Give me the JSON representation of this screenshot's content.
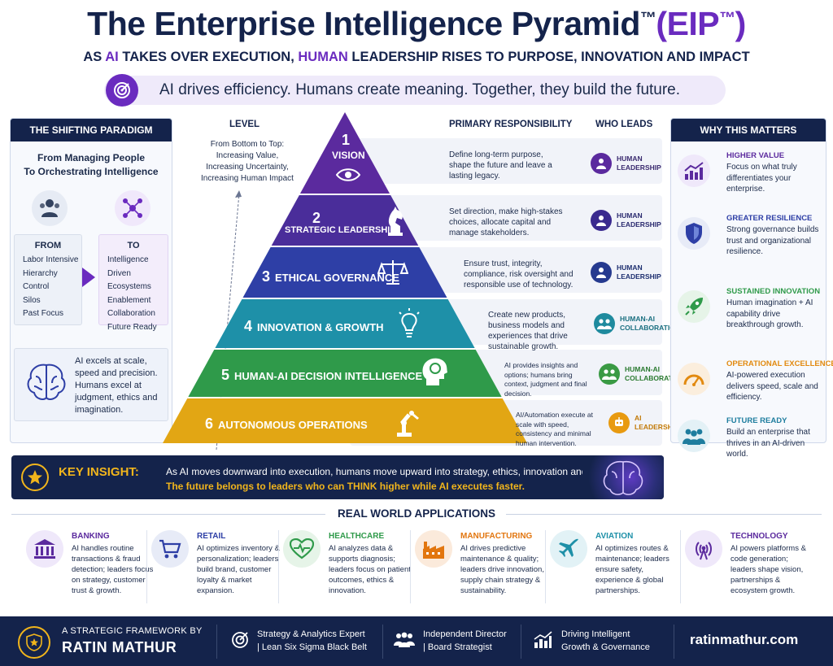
{
  "header": {
    "title_main": "The Enterprise Intelligence Pyramid",
    "title_tm": "™",
    "title_paren_open": "(",
    "title_eip": "EIP",
    "title_paren_close": ")",
    "subtitle_a": "AS ",
    "subtitle_ai": "AI",
    "subtitle_b": " TAKES OVER EXECUTION, ",
    "subtitle_human": "HUMAN",
    "subtitle_c": " LEADERSHIP RISES TO PURPOSE, INNOVATION AND IMPACT",
    "tagline": "AI drives efficiency. Humans create meaning. Together, they build the future."
  },
  "left_panel": {
    "heading": "THE SHIFTING PARADIGM",
    "sub_line1": "From Managing People",
    "sub_line2": "To Orchestrating Intelligence",
    "from_label": "FROM",
    "from_items": [
      "Labor Intensive",
      "Hierarchy",
      "Control",
      "Silos",
      "Past Focus"
    ],
    "to_label": "TO",
    "to_items": [
      "Intelligence Driven",
      "Ecosystems",
      "Enablement",
      "Collaboration",
      "Future Ready"
    ],
    "brain_text": "AI excels at scale, speed and precision. Humans excel at judgment, ethics and imagination."
  },
  "columns": {
    "level": "LEVEL",
    "level_note": "From Bottom to Top: Increasing Value, Increasing Uncertainty, Increasing Human Impact",
    "responsibility": "PRIMARY RESPONSIBILITY",
    "who": "WHO LEADS"
  },
  "tiers": [
    {
      "num": "1",
      "name": "VISION",
      "color": "#5b2a9e",
      "resp": "Define long-term purpose, shape the future and leave a lasting legacy.",
      "who": "HUMAN LEADERSHIP",
      "who_color": "#5b2a9e"
    },
    {
      "num": "2",
      "name": "STRATEGIC LEADERSHIP",
      "color": "#4a2d9a",
      "resp": "Set direction, make high-stakes choices, allocate capital and manage stakeholders.",
      "who": "HUMAN LEADERSHIP",
      "who_color": "#3a2a8f"
    },
    {
      "num": "3",
      "name": "ETHICAL GOVERNANCE",
      "color": "#2e3fa6",
      "resp": "Ensure trust, integrity, compliance, risk oversight and responsible use of technology.",
      "who": "HUMAN LEADERSHIP",
      "who_color": "#263a8f"
    },
    {
      "num": "4",
      "name": "INNOVATION & GROWTH",
      "color": "#1e90a8",
      "resp": "Create new products, business models and experiences that drive sustainable growth.",
      "who": "HUMAN-AI COLLABORATION",
      "who_color": "#1f8a9e"
    },
    {
      "num": "5",
      "name": "HUMAN-AI DECISION INTELLIGENCE",
      "color": "#2f9a4a",
      "resp": "AI provides insights and options; humans bring context, judgment and final decision.",
      "who": "HUMAN-AI COLLABORATION",
      "who_color": "#3a9a44"
    },
    {
      "num": "6",
      "name": "AUTONOMOUS OPERATIONS",
      "color": "#e2a614",
      "resp": "AI/Automation execute at scale with speed, consistency and minimal human intervention.",
      "who": "AI LEADERSHIP",
      "who_color": "#e89a10"
    }
  ],
  "right_panel": {
    "heading": "WHY THIS MATTERS",
    "items": [
      {
        "title": "HIGHER VALUE",
        "desc": "Focus on what truly differentiates your enterprise.",
        "color": "#5b2a9e",
        "icon": "growth-chart-icon"
      },
      {
        "title": "GREATER RESILIENCE",
        "desc": "Strong governance builds trust and organizational resilience.",
        "color": "#2e3fa6",
        "icon": "shield-icon"
      },
      {
        "title": "SUSTAINED INNOVATION",
        "desc": "Human imagination + AI capability drive breakthrough growth.",
        "color": "#2f9a4a",
        "icon": "rocket-icon"
      },
      {
        "title": "OPERATIONAL EXCELLENCE",
        "desc": "AI-powered execution delivers speed, scale and efficiency.",
        "color": "#e28a10",
        "icon": "gauge-icon"
      },
      {
        "title": "FUTURE READY",
        "desc": "Build an enterprise that thrives in an AI-driven world.",
        "color": "#1e7d9e",
        "icon": "people-icon"
      }
    ]
  },
  "insight": {
    "label": "KEY INSIGHT:",
    "line1": "As AI moves downward into execution, humans move upward into strategy, ethics, innovation and impact.",
    "line2": "The future belongs to leaders who can THINK higher while AI executes faster."
  },
  "applications": {
    "title": "REAL WORLD APPLICATIONS",
    "items": [
      {
        "title": "BANKING",
        "desc": "AI handles routine transactions & fraud detection; leaders focus on strategy, customer trust & growth.",
        "color": "#5b2a9e",
        "icon": "bank-icon"
      },
      {
        "title": "RETAIL",
        "desc": "AI optimizes inventory & personalization; leaders build brand, customer loyalty & market expansion.",
        "color": "#2e3fa6",
        "icon": "cart-icon"
      },
      {
        "title": "HEALTHCARE",
        "desc": "AI analyzes data & supports diagnosis; leaders focus on patient outcomes, ethics & innovation.",
        "color": "#2f9a4a",
        "icon": "heart-icon"
      },
      {
        "title": "MANUFACTURING",
        "desc": "AI drives predictive maintenance & quality; leaders drive innovation, supply chain strategy & sustainability.",
        "color": "#e2760f",
        "icon": "factory-icon"
      },
      {
        "title": "AVIATION",
        "desc": "AI optimizes routes & maintenance; leaders ensure safety, experience & global partnerships.",
        "color": "#1e90a8",
        "icon": "airplane-icon"
      },
      {
        "title": "TECHNOLOGY",
        "desc": "AI powers platforms & code generation; leaders shape vision, partnerships & ecosystem growth.",
        "color": "#5b2a9e",
        "icon": "signal-icon"
      }
    ]
  },
  "footer": {
    "by": "A STRATEGIC FRAMEWORK BY",
    "name": "RATIN MATHUR",
    "item1_l1": "Strategy & Analytics Expert",
    "item1_l2": "| Lean Six Sigma Black Belt",
    "item2_l1": "Independent Director",
    "item2_l2": "| Board Strategist",
    "item3_l1": "Driving Intelligent",
    "item3_l2": "Growth & Governance",
    "url": "ratinmathur.com"
  },
  "colors": {
    "navy": "#14234b",
    "purple": "#6a2bbf",
    "gold": "#f1b51c"
  }
}
